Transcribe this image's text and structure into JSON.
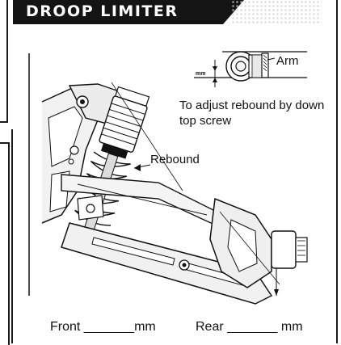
{
  "header": {
    "title": "DROOP LIMITER"
  },
  "detail": {
    "arm_label": "Arm",
    "unit_marker": "mm",
    "instruction": "To adjust rebound by down top screw"
  },
  "diagram": {
    "rebound_label": "Rebound"
  },
  "footer": {
    "front_label": "Front _______mm",
    "rear_label": "Rear _______ mm"
  },
  "colors": {
    "banner": "#141414",
    "ink": "#111111",
    "shock_spring": "#dcdcdc"
  }
}
